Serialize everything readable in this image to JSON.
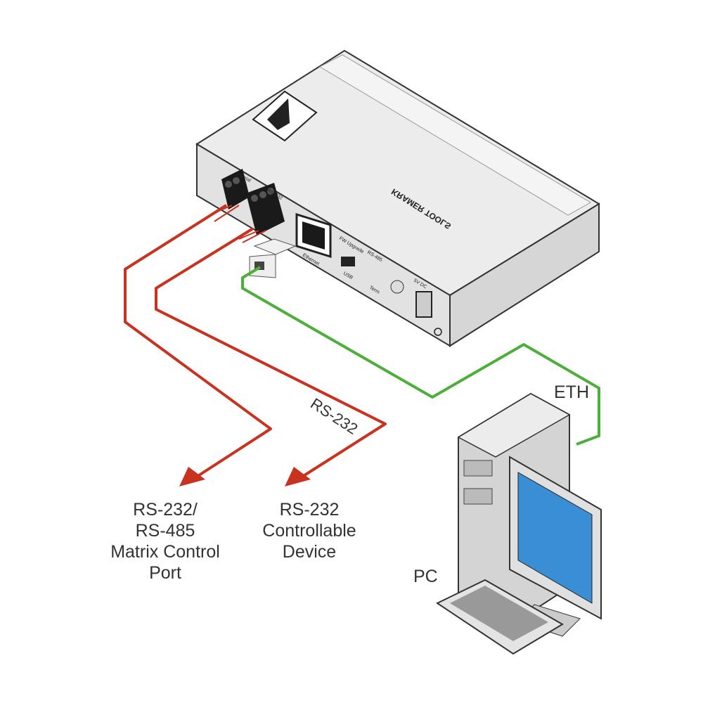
{
  "device": {
    "brand_text": "KRAMER TOOLS",
    "port_labels": {
      "serial": "Serial",
      "rs232": "RS-232",
      "ethernet": "Ethernet",
      "fw": "FW Upgrade",
      "usb": "USB",
      "rs485": "RS-485",
      "term": "Term",
      "power": "5V DC"
    }
  },
  "labels": {
    "cable_rs232": "RS-232",
    "eth": "ETH",
    "matrix_port": [
      "RS-232/",
      "RS-485",
      "Matrix Control",
      "Port"
    ],
    "controllable_device": [
      "RS-232",
      "Controllable",
      "Device"
    ],
    "pc": "PC"
  },
  "colors": {
    "rs232_cable": "#c8321e",
    "eth_cable": "#4caf3a",
    "device_body": "#e6e6e6",
    "screen": "#3a8fd4"
  }
}
